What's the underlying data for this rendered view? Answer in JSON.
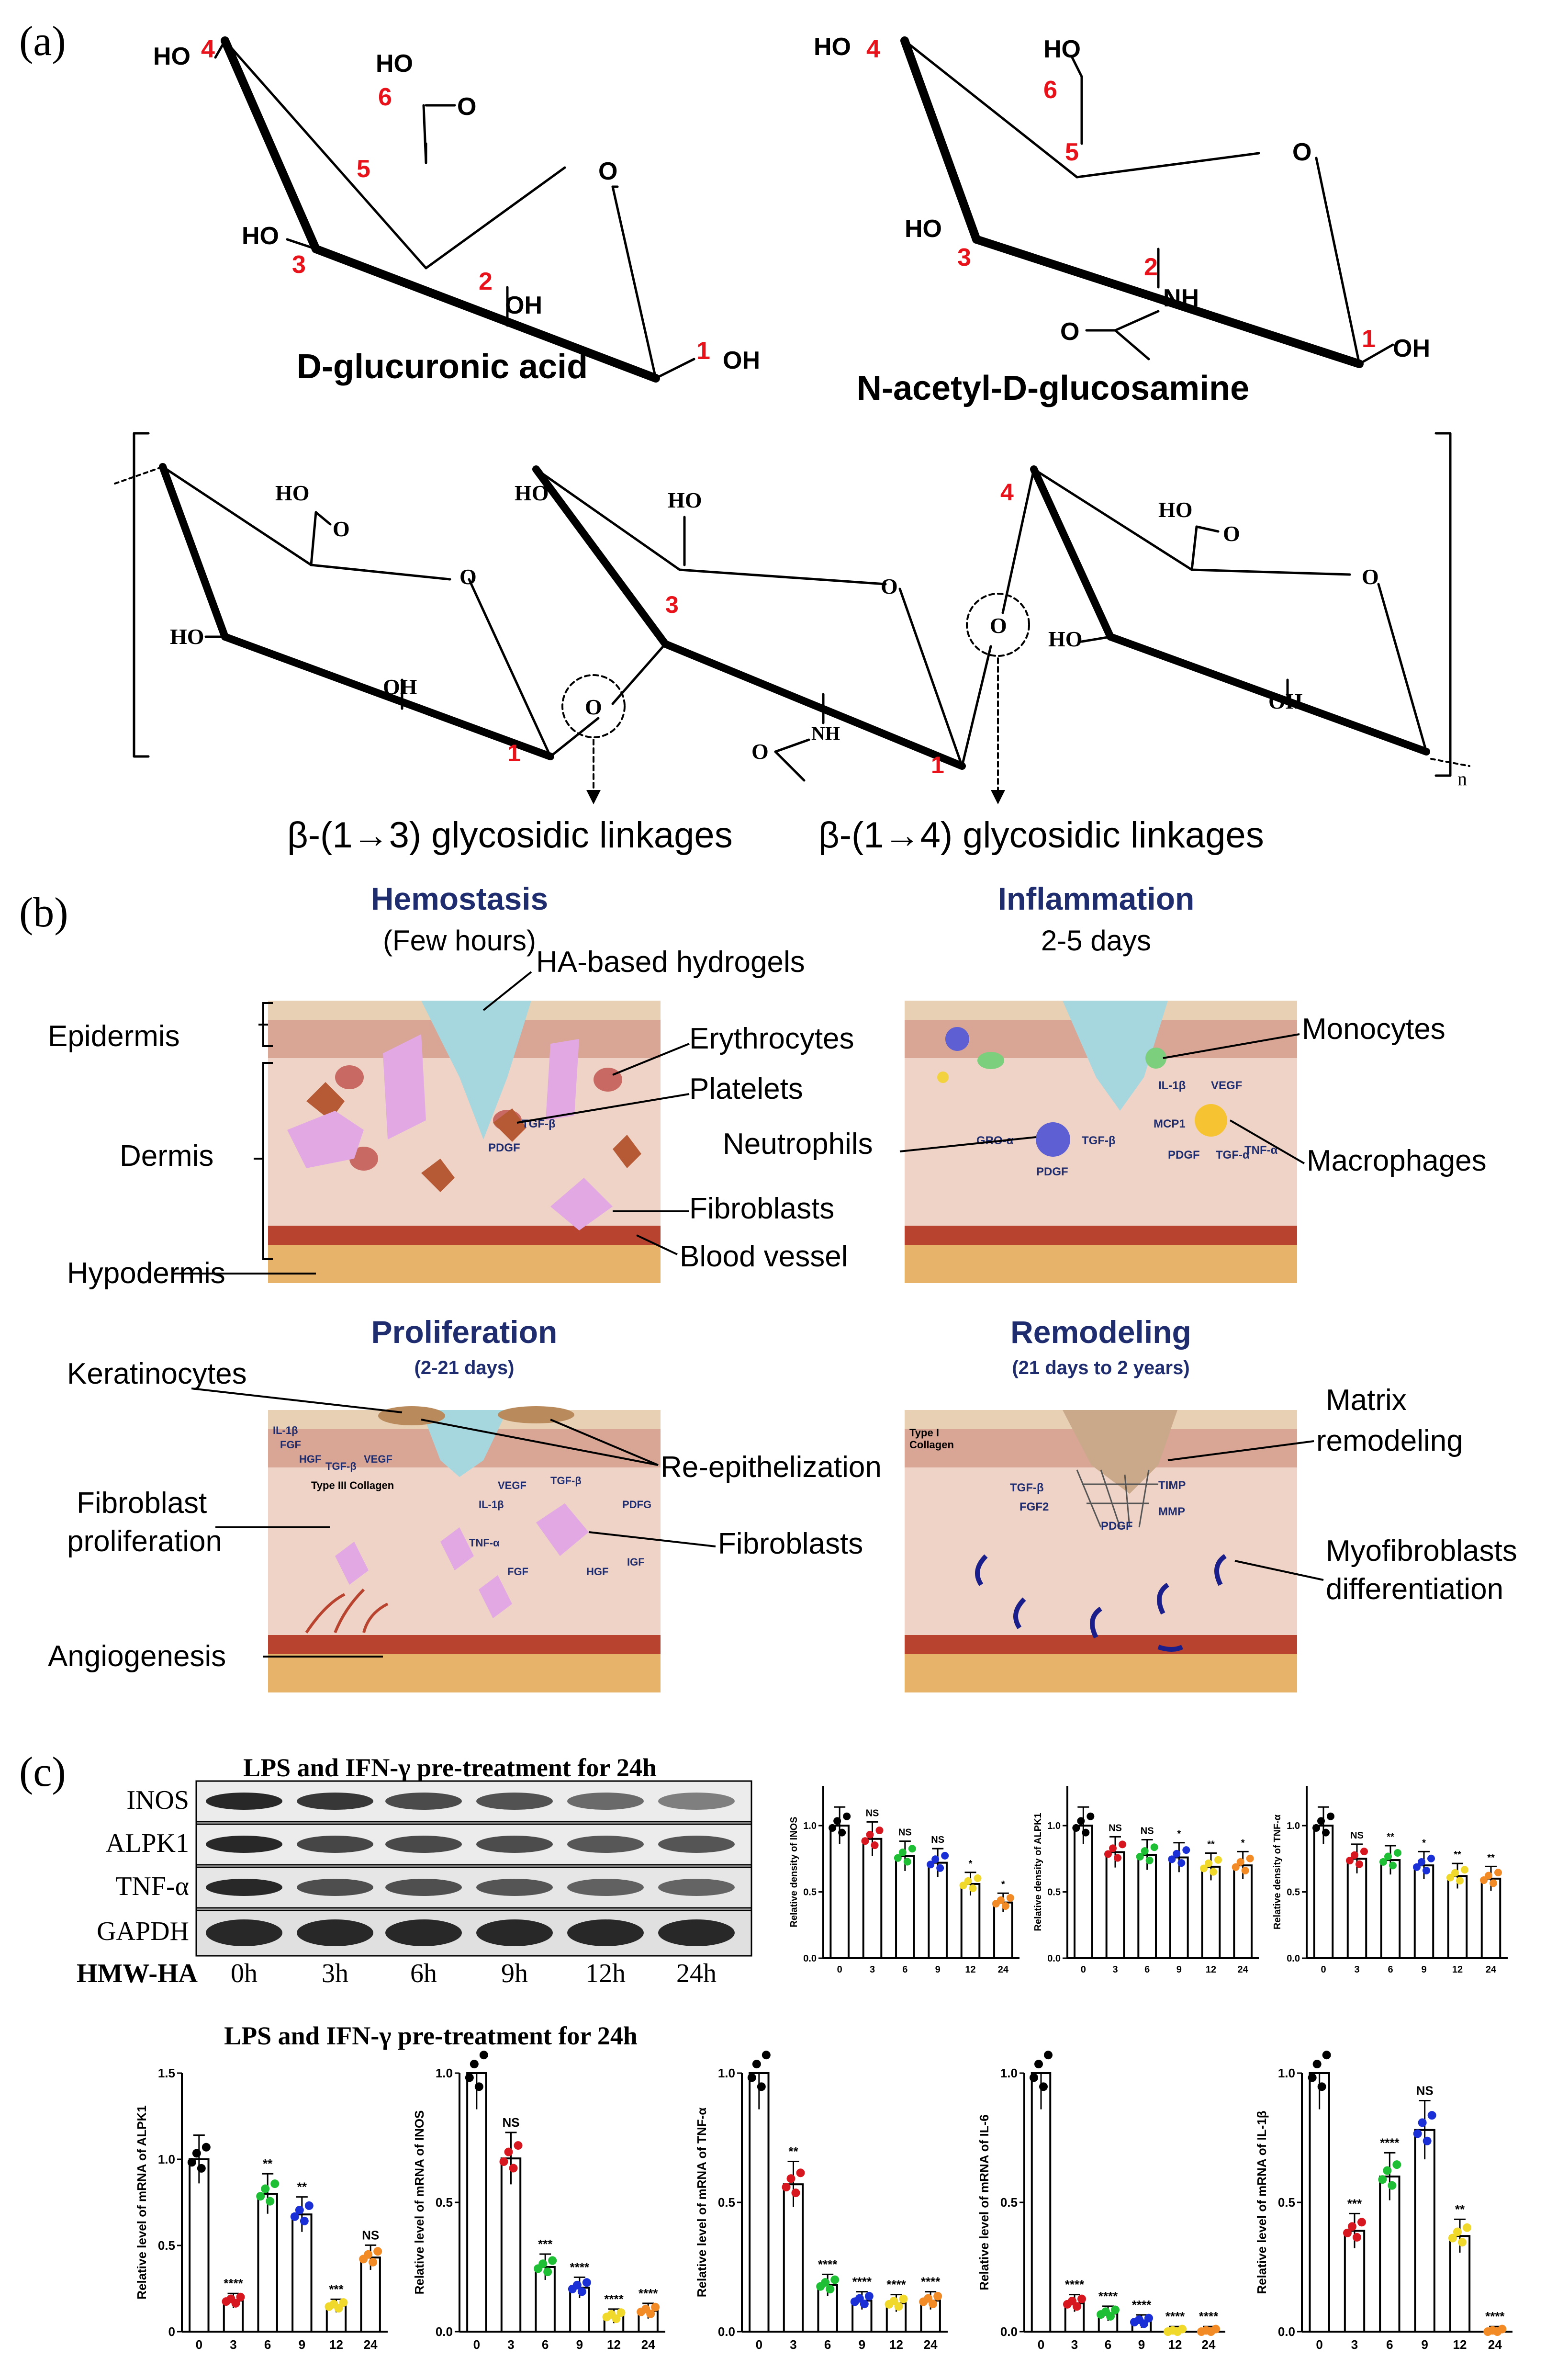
{
  "panel_a": {
    "label": "(a)",
    "monomer1": {
      "name": "D-glucuronic acid",
      "atoms": {
        "oh4": "HO",
        "c4": "4",
        "ho6": "HO",
        "o6": "O",
        "c6": "6",
        "c5": "5",
        "ring_o": "O",
        "oh3": "HO",
        "c3": "3",
        "c2": "2",
        "oh2": "OH",
        "c1": "1",
        "oh1": "OH"
      }
    },
    "monomer2": {
      "name": "N-acetyl-D-glucosamine",
      "atoms": {
        "oh4": "HO",
        "c4": "4",
        "oh6": "HO",
        "c6": "6",
        "c5": "5",
        "ring_o": "O",
        "oh3": "HO",
        "c3": "3",
        "c2": "2",
        "nh": "NH",
        "o_acetyl": "O",
        "c1": "1",
        "oh1": "OH"
      }
    },
    "polymer": {
      "atoms": {
        "r1_ho": "HO",
        "r1_o": "O",
        "r1_ring_o": "O",
        "r1_oh3": "HO",
        "r1_oh2": "OH",
        "r1_c1": "1",
        "link1_o": "O",
        "r2_ho4": "HO",
        "r2_ho6": "HO",
        "r2_ring_o": "O",
        "r2_c3": "3",
        "r2_nh": "NH",
        "r2_o": "O",
        "r2_c1": "1",
        "link2_o": "O",
        "r3_c4": "4",
        "r3_ho": "HO",
        "r3_o": "O",
        "r3_ring_o": "O",
        "r3_oh3": "HO",
        "r3_oh2": "OH",
        "subscript": "n"
      },
      "linkage1": "β-(1→3) glycosidic linkages",
      "linkage2": "β-(1→4) glycosidic linkages"
    }
  },
  "panel_b": {
    "label": "(b)",
    "hemostasis": {
      "title": "Hemostasis",
      "subtitle": "(Few hours)"
    },
    "inflammation": {
      "title": "Inflammation",
      "subtitle": "2-5 days"
    },
    "proliferation": {
      "title": "Proliferation",
      "subtitle": "(2-21 days)"
    },
    "remodeling": {
      "title": "Remodeling",
      "subtitle": "(21 days to 2 years)"
    },
    "labels": {
      "hydrogels": "HA-based hydrogels",
      "epidermis": "Epidermis",
      "erythrocytes": "Erythrocytes",
      "dermis": "Dermis",
      "platelets": "Platelets",
      "fibroblasts1": "Fibroblasts",
      "hypodermis": "Hypodermis",
      "blood_vessel": "Blood vessel",
      "monocytes": "Monocytes",
      "neutrophils": "Neutrophils",
      "macrophages": "Macrophages",
      "keratinocytes": "Keratinocytes",
      "reepi": "Re-epithelization",
      "fibroblast_prolif_1": "Fibroblast",
      "fibroblast_prolif_2": "proliferation",
      "fibroblasts2": "Fibroblasts",
      "angiogenesis": "Angiogenesis",
      "matrix_1": "Matrix",
      "matrix_2": "remodeling",
      "myo_1": "Myofibroblasts",
      "myo_2": "differentiation"
    },
    "small": {
      "h_tgf": "TGF-β",
      "h_pdgf": "PDGF",
      "i_gro": "GRO-α",
      "i_tgf": "TGF-β",
      "i_pdgf": "PDGF",
      "i_il1": "IL-1β",
      "i_vegf": "VEGF",
      "i_mcp1": "MCP1",
      "i_tnf": "TNF-α",
      "i_pdgf2": "PDGF",
      "i_tgf2": "TGF-α",
      "p_il1": "IL-1β",
      "p_fgf": "FGF",
      "p_hgf": "HGF",
      "p_tgf": "TGF-β",
      "p_vegf": "VEGF",
      "p_col": "Type III Collagen",
      "p_vegf2": "VEGF",
      "p_tgf2": "TGF-β",
      "p_il12": "IL-1β",
      "p_pdfg": "PDFG",
      "p_tnf": "TNF-α",
      "p_fgf2": "FGF",
      "p_hgf2": "HGF",
      "p_igf": "IGF",
      "r_col1": "Type I",
      "r_col2": "Collagen",
      "r_tgf": "TGF-β",
      "r_fgf2": "FGF2",
      "r_pdgf": "PDGF",
      "r_timp": "TIMP",
      "r_mmp": "MMP"
    }
  },
  "panel_c": {
    "label": "(c)",
    "wb_title": "LPS and IFN-γ pre-treatment for 24h",
    "bands": [
      "INOS",
      "ALPK1",
      "TNF-α",
      "GAPDH"
    ],
    "hmw_label": "HMW-HA",
    "timepoints": [
      "0h",
      "3h",
      "6h",
      "9h",
      "12h",
      "24h"
    ],
    "mrna_title": "LPS and IFN-γ pre-treatment for 24h"
  },
  "chart_data": [
    {
      "type": "bar",
      "ylabel": "Relative density of INOS",
      "categories": [
        "0",
        "3",
        "6",
        "9",
        "12",
        "24"
      ],
      "values": [
        1.0,
        0.9,
        0.77,
        0.72,
        0.56,
        0.42
      ],
      "sig": [
        "",
        "NS",
        "NS",
        "NS",
        "*",
        "*"
      ],
      "yticks": [
        "0.0",
        "0.5",
        "1.0"
      ],
      "ylim": [
        0,
        1.3
      ]
    },
    {
      "type": "bar",
      "ylabel": "Relative density of ALPK1",
      "categories": [
        "0",
        "3",
        "6",
        "9",
        "12",
        "24"
      ],
      "values": [
        1.0,
        0.8,
        0.78,
        0.76,
        0.69,
        0.7
      ],
      "sig": [
        "",
        "NS",
        "NS",
        "*",
        "**",
        "*"
      ],
      "yticks": [
        "0.0",
        "0.5",
        "1.0"
      ],
      "ylim": [
        0,
        1.3
      ]
    },
    {
      "type": "bar",
      "ylabel": "Relative density of TNF-α",
      "categories": [
        "0",
        "3",
        "6",
        "9",
        "12",
        "24"
      ],
      "values": [
        1.0,
        0.75,
        0.74,
        0.7,
        0.62,
        0.6
      ],
      "sig": [
        "",
        "NS",
        "**",
        "*",
        "**",
        "**"
      ],
      "yticks": [
        "0.0",
        "0.5",
        "1.0"
      ],
      "ylim": [
        0,
        1.3
      ]
    },
    {
      "type": "bar",
      "ylabel": "Relative level of mRNA of ALPK1",
      "categories": [
        "0",
        "3",
        "6",
        "9",
        "12",
        "24"
      ],
      "values": [
        1.0,
        0.18,
        0.8,
        0.68,
        0.15,
        0.43
      ],
      "sig": [
        "",
        "****",
        "**",
        "**",
        "***",
        "NS"
      ],
      "yticks": [
        "0",
        "0.5",
        "1.0",
        "1.5"
      ],
      "ylim": [
        0,
        1.5
      ]
    },
    {
      "type": "bar",
      "ylabel": "Relative level of mRNA of INOS",
      "categories": [
        "0",
        "3",
        "6",
        "9",
        "12",
        "24"
      ],
      "values": [
        1.0,
        0.67,
        0.25,
        0.17,
        0.06,
        0.08
      ],
      "sig": [
        "",
        "NS",
        "***",
        "****",
        "****",
        "****"
      ],
      "yticks": [
        "0.0",
        "0.5",
        "1.0"
      ],
      "ylim": [
        0,
        1.0
      ]
    },
    {
      "type": "bar",
      "ylabel": "Relative level of mRNA of TNF-α",
      "categories": [
        "0",
        "3",
        "6",
        "9",
        "12",
        "24"
      ],
      "values": [
        1.0,
        0.57,
        0.18,
        0.12,
        0.11,
        0.12
      ],
      "sig": [
        "",
        "**",
        "****",
        "****",
        "****",
        "****"
      ],
      "yticks": [
        "0.0",
        "0.5",
        "1.0"
      ],
      "ylim": [
        0,
        1.0
      ]
    },
    {
      "type": "bar",
      "ylabel": "Relative level of mRNA of IL-6",
      "categories": [
        "0",
        "3",
        "6",
        "9",
        "12",
        "24"
      ],
      "values": [
        1.0,
        0.11,
        0.07,
        0.04,
        0.0,
        0.0
      ],
      "sig": [
        "",
        "****",
        "****",
        "****",
        "****",
        "****"
      ],
      "yticks": [
        "0.0",
        "0.5",
        "1.0"
      ],
      "ylim": [
        0,
        1.0
      ]
    },
    {
      "type": "bar",
      "ylabel": "Relative level of mRNA of IL-1β",
      "categories": [
        "0",
        "3",
        "6",
        "9",
        "12",
        "24"
      ],
      "values": [
        1.0,
        0.39,
        0.6,
        0.78,
        0.37,
        0.0
      ],
      "sig": [
        "",
        "***",
        "****",
        "NS",
        "**",
        "****"
      ],
      "yticks": [
        "0.0",
        "0.5",
        "1.0"
      ],
      "ylim": [
        0,
        1.0
      ]
    }
  ],
  "colors": {
    "red": "#e8121b",
    "navy": "#1f2d6e",
    "skin_top": "#d99f93",
    "dermis": "#e9c7bb",
    "hypodermis": "#e7b26a",
    "vessel": "#b8432f",
    "hydrogel": "#a6d7de",
    "bar_c3": "#d6171f",
    "bar_c6": "#1fbf35",
    "bar_c9": "#1a2fd6",
    "bar_c12": "#f0d92a",
    "bar_c24": "#f28a26"
  }
}
